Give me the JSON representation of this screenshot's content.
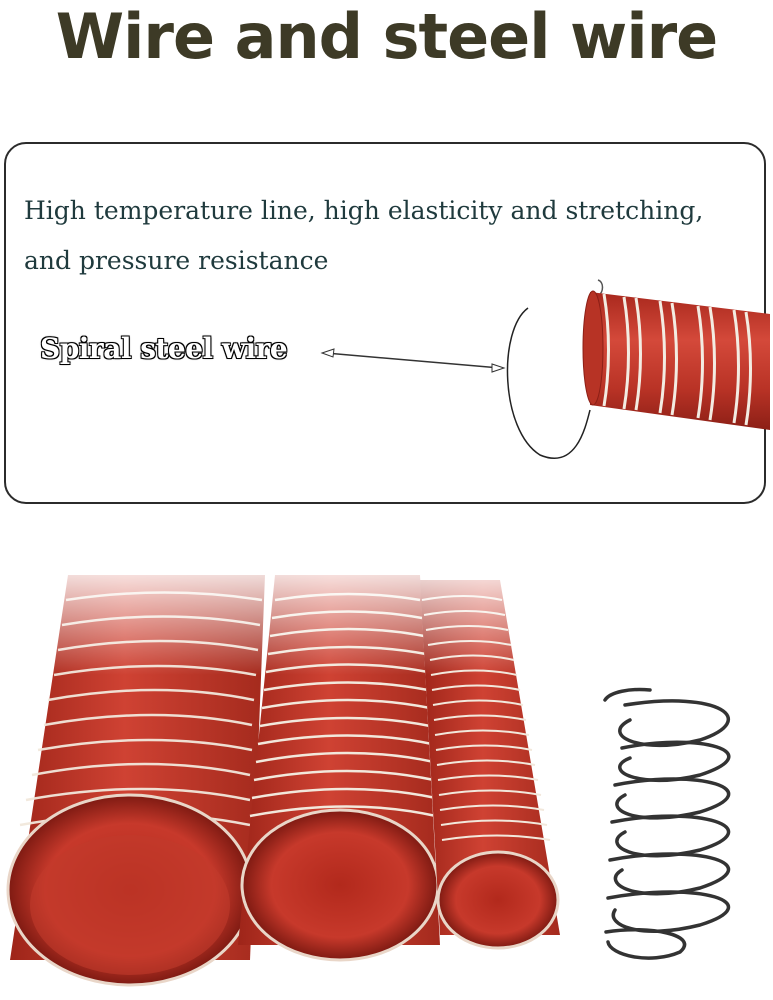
{
  "title": "Wire and steel wire",
  "description": {
    "line1": "High temperature line, high elasticity and stretching,",
    "line2": "and pressure resistance"
  },
  "callout": {
    "label": "Spiral steel wire"
  },
  "colors": {
    "title": "#3d3a26",
    "hose_red": "#c0352a",
    "wire": "#f4efe6",
    "text": "#1f3a3d"
  },
  "icons": [
    "hose-closeup-image",
    "spiral-steel-wire-icon",
    "hose-group-image",
    "coil-spring-icon"
  ]
}
